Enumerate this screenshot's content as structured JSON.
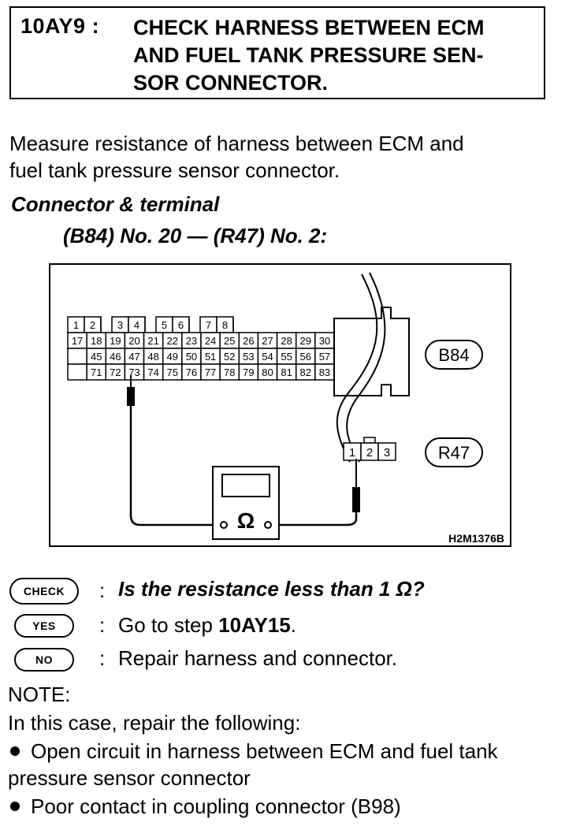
{
  "step": {
    "id": "10AY9 :",
    "title": "CHECK HARNESS BETWEEN ECM\nAND FUEL TANK PRESSURE SEN-\nSOR CONNECTOR."
  },
  "intro": "Measure resistance of harness between ECM and\nfuel tank pressure sensor connector.",
  "connector": {
    "heading": "Connector & terminal",
    "terminals": "(B84) No. 20 — (R47) No. 2:"
  },
  "diagram": {
    "code": "H2M1376B",
    "connector_b84_label": "B84",
    "connector_r47_label": "R47",
    "meter_symbol": "Ω",
    "b84_row1": [
      "1",
      "2",
      "",
      "3",
      "4",
      "",
      "5",
      "6",
      "",
      "7",
      "8",
      ""
    ],
    "b84_row2": [
      "17",
      "18",
      "19",
      "20",
      "21",
      "22",
      "23",
      "24",
      "25",
      "26",
      "27",
      "28",
      "29",
      "30"
    ],
    "b84_row3": [
      "",
      "45",
      "46",
      "47",
      "48",
      "49",
      "50",
      "51",
      "52",
      "53",
      "54",
      "55",
      "56",
      "57"
    ],
    "b84_row4": [
      "",
      "71",
      "72",
      "73",
      "74",
      "75",
      "76",
      "77",
      "78",
      "79",
      "80",
      "81",
      "82",
      "83"
    ],
    "r47_pins": [
      "1",
      "2",
      "3"
    ]
  },
  "check": {
    "check_label": "CHECK",
    "yes_label": "YES",
    "no_label": "NO",
    "separator": ":",
    "question": "Is the resistance less than 1 Ω?",
    "yes_prefix": "Go to step ",
    "yes_step": "10AY15",
    "yes_suffix": ".",
    "no_action": "Repair harness and connector."
  },
  "note": {
    "heading": "NOTE:",
    "intro": "In this case, repair the following:",
    "items": [
      "Open circuit in harness between ECM and fuel tank pressure sensor connector",
      "Poor contact in coupling connector (B98)"
    ]
  }
}
